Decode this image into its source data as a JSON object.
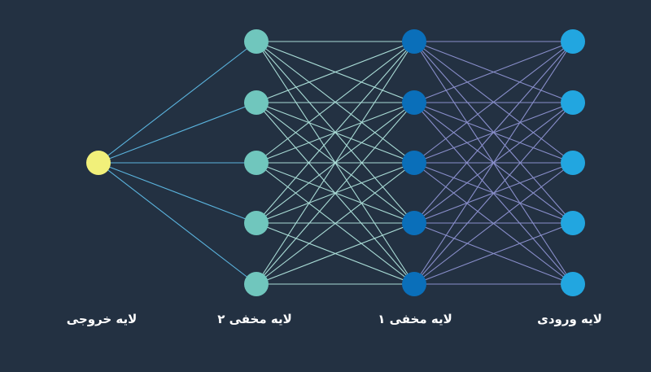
{
  "diagram": {
    "layers": [
      {
        "label": "لایه ورودی",
        "nodes": 5,
        "node_color": "#22a6e0"
      },
      {
        "label": "لایه مخفی ۱",
        "nodes": 5,
        "node_color": "#0a6fba"
      },
      {
        "label": "لایه مخفی ۲",
        "nodes": 5,
        "node_color": "#70c6bd"
      },
      {
        "label": "لایه خروجی",
        "nodes": 1,
        "node_color": "#f1f07a"
      }
    ],
    "edge_colors": {
      "input_to_hidden1": "#8a8fcc",
      "hidden1_to_hidden2": "#a9dcd6",
      "hidden2_to_output": "#5bb4de"
    },
    "background": "#233142"
  }
}
